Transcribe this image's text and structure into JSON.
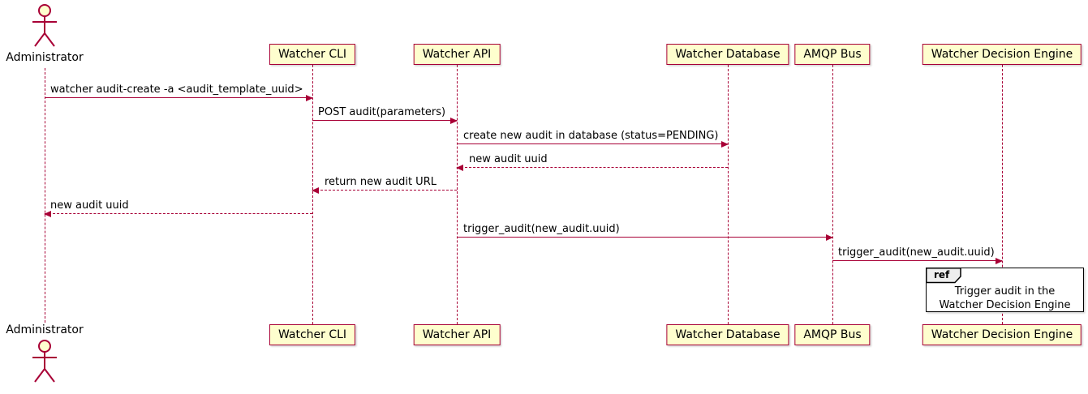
{
  "diagram_type": "sequence-diagram",
  "colors": {
    "border": "#A80036",
    "participant_fill": "#FEFECE",
    "text": "#000000",
    "ref_border": "#000000"
  },
  "actors": {
    "administrator": {
      "label": "Administrator"
    }
  },
  "participants": [
    {
      "id": "watcher-cli",
      "label": "Watcher CLI"
    },
    {
      "id": "watcher-api",
      "label": "Watcher API"
    },
    {
      "id": "watcher-database",
      "label": "Watcher Database"
    },
    {
      "id": "amqp-bus",
      "label": "AMQP Bus"
    },
    {
      "id": "watcher-decision-engine",
      "label": "Watcher Decision Engine"
    }
  ],
  "messages": [
    {
      "from": "Administrator",
      "to": "Watcher CLI",
      "label": "watcher audit-create -a <audit_template_uuid>",
      "line": "solid",
      "direction": "right"
    },
    {
      "from": "Watcher CLI",
      "to": "Watcher API",
      "label": "POST audit(parameters)",
      "line": "solid",
      "direction": "right"
    },
    {
      "from": "Watcher API",
      "to": "Watcher Database",
      "label": "create new audit in database (status=PENDING)",
      "line": "solid",
      "direction": "right"
    },
    {
      "from": "Watcher Database",
      "to": "Watcher API",
      "label": "new audit uuid",
      "line": "dashed",
      "direction": "left"
    },
    {
      "from": "Watcher API",
      "to": "Watcher CLI",
      "label": "return new audit URL",
      "line": "dashed",
      "direction": "left"
    },
    {
      "from": "Watcher CLI",
      "to": "Administrator",
      "label": "new audit uuid",
      "line": "dashed",
      "direction": "left"
    },
    {
      "from": "Watcher API",
      "to": "AMQP Bus",
      "label": "trigger_audit(new_audit.uuid)",
      "line": "solid",
      "direction": "right"
    },
    {
      "from": "AMQP Bus",
      "to": "Watcher Decision Engine",
      "label": "trigger_audit(new_audit.uuid)",
      "line": "solid",
      "direction": "right"
    }
  ],
  "ref": {
    "tag": "ref",
    "line1": "Trigger audit in the",
    "line2": "Watcher Decision Engine"
  }
}
